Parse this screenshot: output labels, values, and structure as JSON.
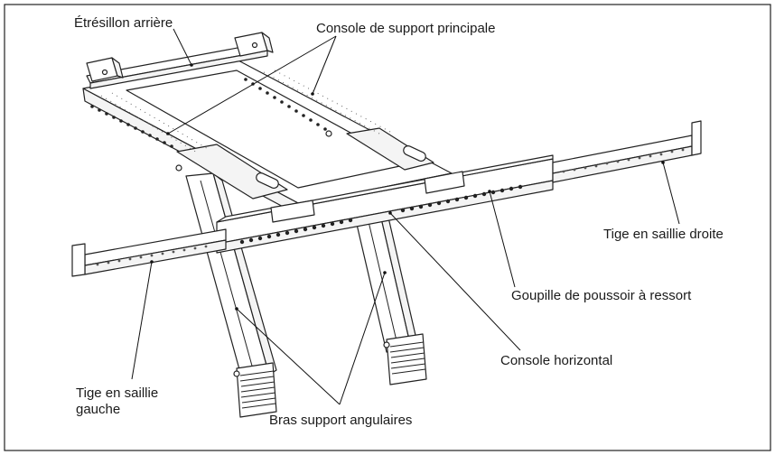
{
  "labels": {
    "rear_brace": "Étrésillon arrière",
    "main_support": "Console de support principale",
    "right_rod": "Tige en saillie droite",
    "spring_pin": "Goupille de poussoir à ressort",
    "horizontal": "Console horizontal",
    "left_rod_1": "Tige en saillie",
    "left_rod_2": "gauche",
    "angular_arms": "Bras support angulaires"
  }
}
